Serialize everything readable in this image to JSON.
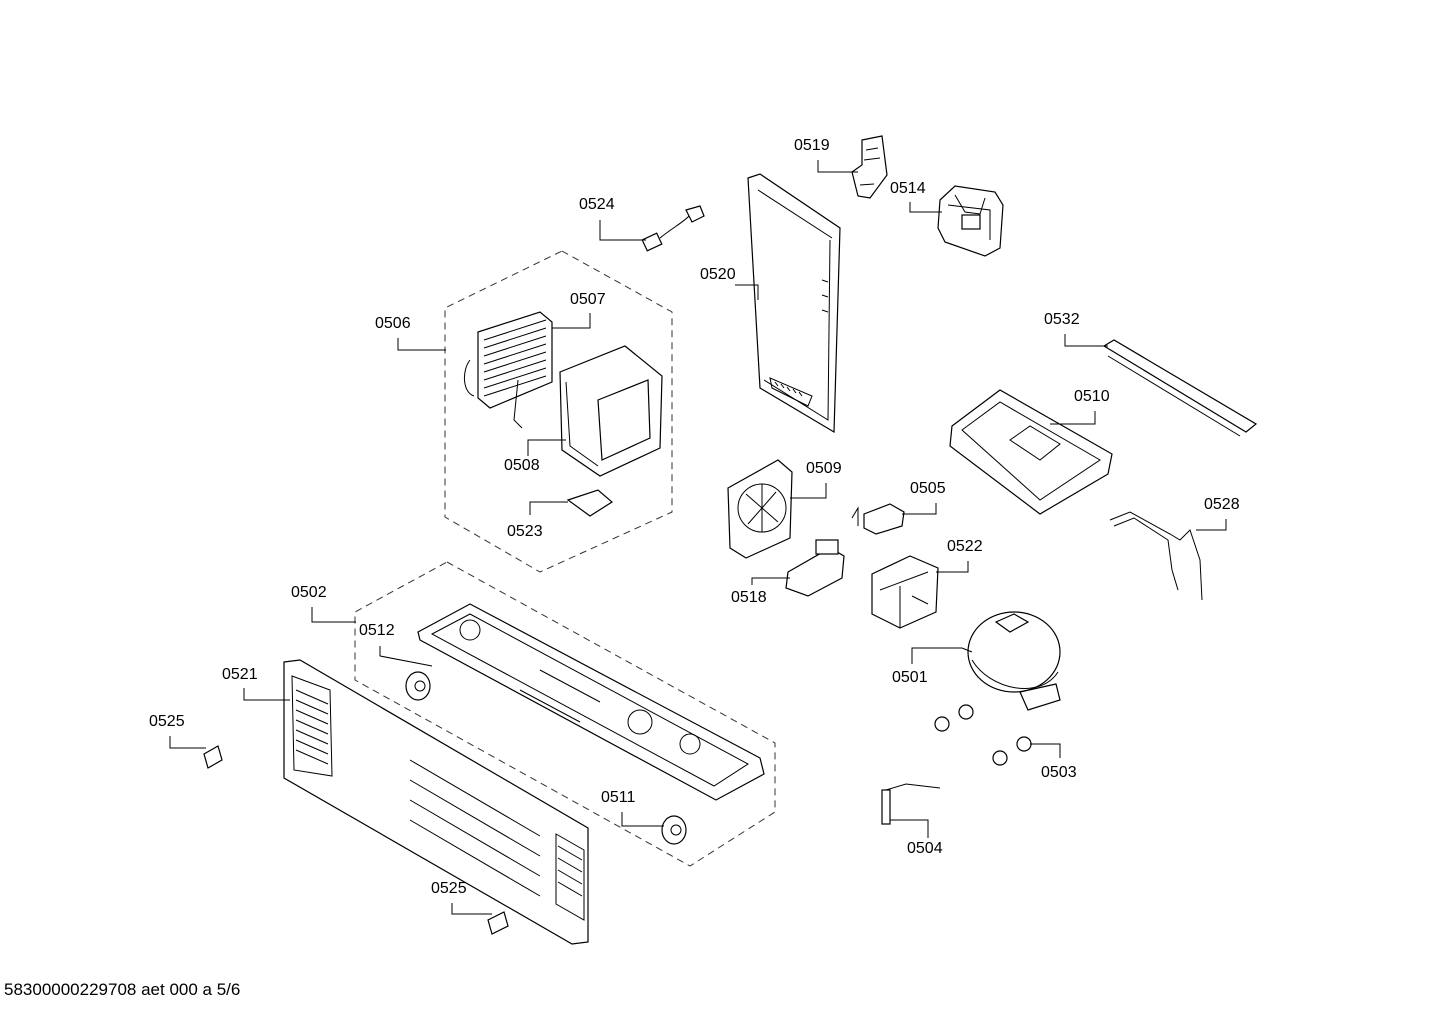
{
  "labels": {
    "p0501": "0501",
    "p0502": "0502",
    "p0503": "0503",
    "p0504": "0504",
    "p0505": "0505",
    "p0506": "0506",
    "p0507": "0507",
    "p0508": "0508",
    "p0509": "0509",
    "p0510": "0510",
    "p0511": "0511",
    "p0512": "0512",
    "p0514": "0514",
    "p0518": "0518",
    "p0519": "0519",
    "p0520": "0520",
    "p0521": "0521",
    "p0522": "0522",
    "p0523": "0523",
    "p0524": "0524",
    "p0525a": "0525",
    "p0525b": "0525",
    "p0528": "0528",
    "p0532": "0532"
  },
  "footer": "58300000229708 aet 000 a 5/6"
}
